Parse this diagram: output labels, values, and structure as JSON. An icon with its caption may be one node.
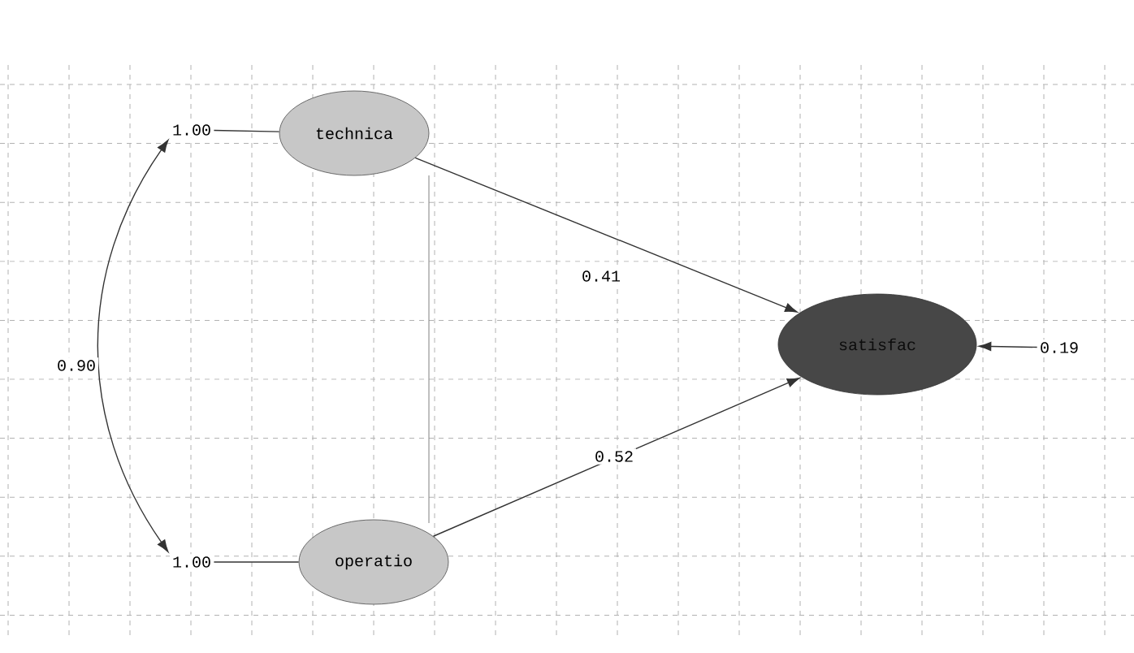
{
  "diagram": {
    "nodes": [
      {
        "text": [
          "technica"
        ]
      },
      {
        "text": [
          "operatio"
        ]
      },
      {
        "text": [
          "satisfac"
        ]
      },
      {
        "text": [
          "1.00"
        ]
      },
      {
        "text": [
          "1.00"
        ]
      },
      {
        "text": [
          "0.19"
        ]
      }
    ],
    "edges": [
      {
        "from": 3,
        "to": 0,
        "arrow": "none"
      },
      {
        "from": 4,
        "to": 1,
        "arrow": "none"
      },
      {
        "from": 3,
        "to": 4,
        "arrow": "both",
        "label": "0.90"
      },
      {
        "from": 0,
        "to": 2,
        "arrow": "to",
        "label": "0.41"
      },
      {
        "from": 1,
        "to": 2,
        "arrow": "to",
        "label": "0.52"
      },
      {
        "from": 5,
        "to": 2,
        "arrow": "to"
      }
    ]
  }
}
